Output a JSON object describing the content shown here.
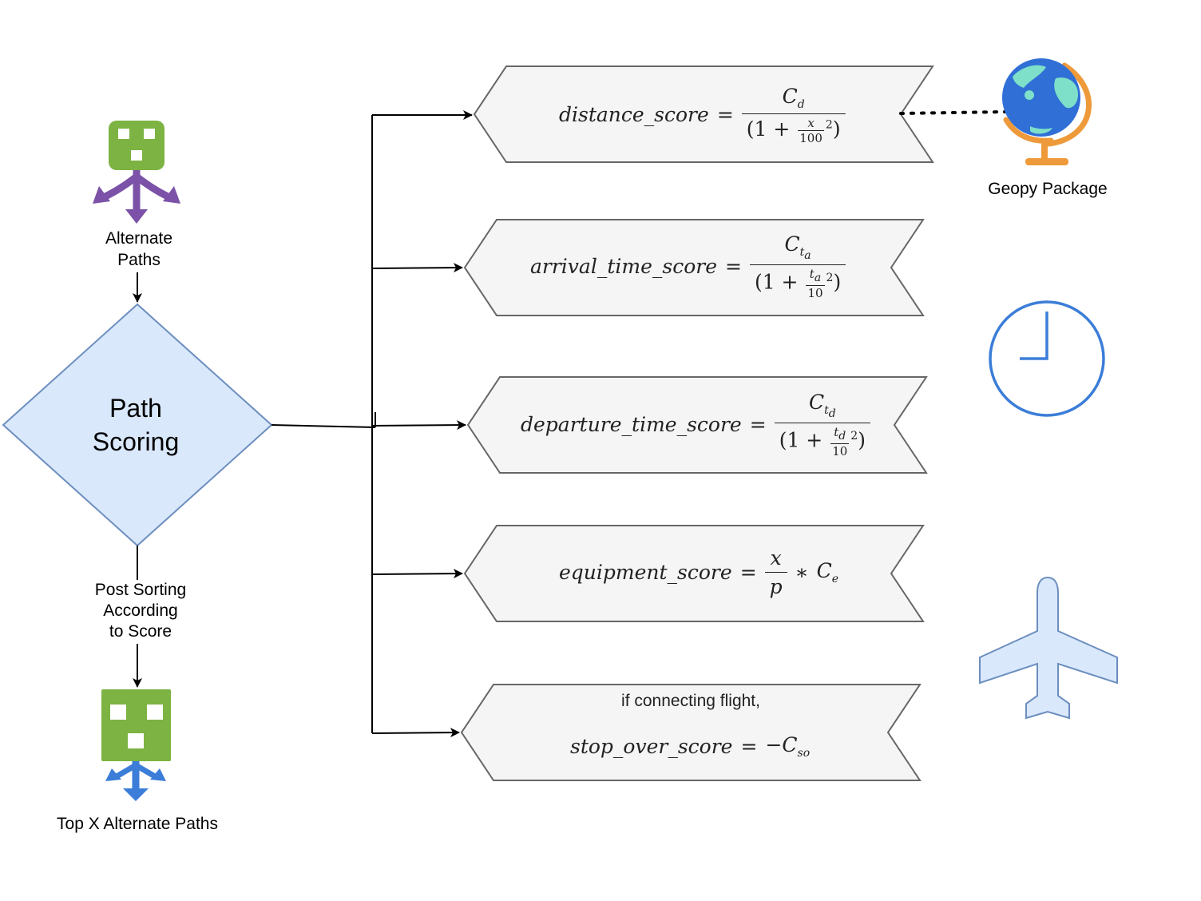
{
  "nodes": {
    "alternate_paths_label": "Alternate\nPaths",
    "path_scoring_label": "Path\nScoring",
    "post_sorting_label": "Post Sorting\nAccording\nto Score",
    "top_x_label": "Top X Alternate Paths",
    "geopy_label": "Geopy Package"
  },
  "scores": {
    "distance": {
      "name": "distance_score",
      "num_base": "C",
      "num_sub": "d",
      "den_var": "x",
      "den_div": "100"
    },
    "arrival": {
      "name": "arrival_time_score",
      "num_base": "C",
      "num_sub": "t",
      "num_subsub": "a",
      "den_var": "t",
      "den_var_sub": "a",
      "den_div": "10"
    },
    "departure": {
      "name": "departure_time_score",
      "num_base": "C",
      "num_sub": "t",
      "num_subsub": "d",
      "den_var": "t",
      "den_var_sub": "d",
      "den_div": "10"
    },
    "equipment": {
      "name": "equipment_score",
      "num": "x",
      "den": "p",
      "mult": "C",
      "mult_sub": "e"
    },
    "stopover": {
      "condition": "if connecting flight,",
      "name": "stop_over_score",
      "value_base": "−C",
      "value_sub": "so"
    }
  },
  "icons": [
    "globe-icon",
    "clock-icon",
    "airplane-icon",
    "alternate-paths-icon",
    "top-paths-icon"
  ],
  "colors": {
    "diamond_fill": "#dae8fc",
    "diamond_stroke": "#6c8ebf",
    "banner_fill": "#f5f5f5",
    "banner_stroke": "#666666",
    "green": "#7cb342",
    "purple": "#7b52a8",
    "blue": "#3b7dd8",
    "orange": "#ee9a3a",
    "globe_blue": "#2f6fd6",
    "globe_land": "#7ee0c8",
    "plane_fill": "#dae8fc"
  }
}
